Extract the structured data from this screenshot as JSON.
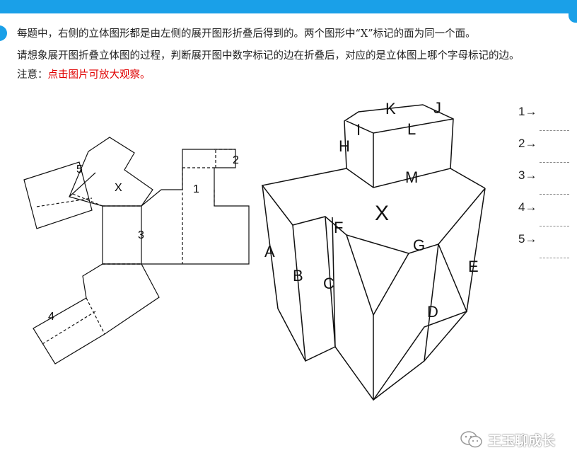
{
  "instructions": {
    "line1": "每题中，右侧的立体图形都是由左侧的展开图形折叠后得到的。两个图形中“X”标记的面为同一个面。",
    "line2": "请想象展开图折叠立体图的过程，判断展开图中数字标记的边在折叠后，对应的是立体图上哪个字母标记的边。",
    "note_label": "注意：",
    "note_text": "点击图片可放大观察。"
  },
  "net_figure": {
    "face_label": "X",
    "edge_labels": [
      "1",
      "2",
      "3",
      "4",
      "5"
    ]
  },
  "solid_figure": {
    "face_label": "X",
    "edge_labels": [
      "A",
      "B",
      "C",
      "D",
      "E",
      "F",
      "G",
      "H",
      "I",
      "J",
      "K",
      "L",
      "M"
    ]
  },
  "answers": [
    {
      "label": "1→",
      "value": ""
    },
    {
      "label": "2→",
      "value": ""
    },
    {
      "label": "3→",
      "value": ""
    },
    {
      "label": "4→",
      "value": ""
    },
    {
      "label": "5→",
      "value": ""
    }
  ],
  "watermark": {
    "text": "王玉聊成长",
    "icon": "wechat-icon"
  },
  "colors": {
    "accent": "#1aa0e8",
    "note": "#e00000"
  }
}
